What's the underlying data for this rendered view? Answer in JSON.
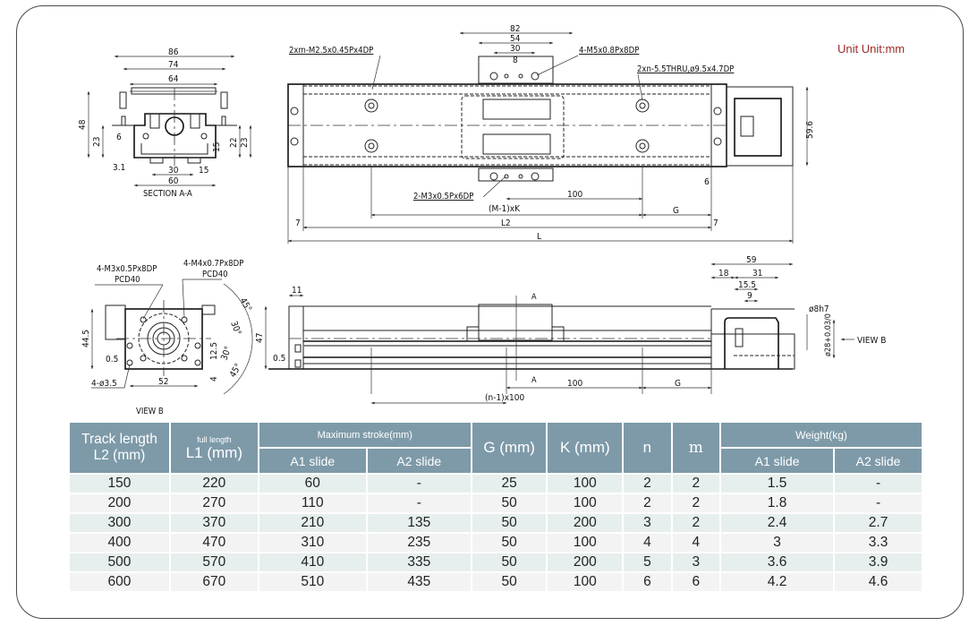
{
  "unit_label": "Unit Unit:mm",
  "drawing": {
    "section_view": {
      "title": "SECTION A-A",
      "dims": [
        "86",
        "74",
        "64",
        "48",
        "23",
        "6",
        "3.1",
        "30",
        "15",
        "60",
        "15",
        "22",
        "23"
      ]
    },
    "top_view": {
      "callouts": {
        "slide_tap": "2xm-M2.5x0.45Px4DP",
        "carriage_tap": "4-M5x0.8Px8DP",
        "mount_holes": "2xn-5.5THRU,ø9.5x4.7DP",
        "bottom_tap": "2-M3x0.5Px6DP"
      },
      "dims": {
        "d82": "82",
        "d54": "54",
        "d30": "30",
        "d8": "8",
        "height": "59.6",
        "d6": "6",
        "d100": "100",
        "pitch": "(M-1)xK",
        "l2": "L2",
        "g": "G",
        "d7a": "7",
        "d7b": "7",
        "l": "L"
      }
    },
    "view_b": {
      "title": "VIEW B",
      "callouts": {
        "m3": "4-M3x0.5Px8DP",
        "m3_pcd": "PCD40",
        "m4": "4-M4x0.7Px8DP",
        "m4_pcd": "PCD40",
        "holes": "4-ø3.5"
      },
      "dims": [
        "44.5",
        "0.5",
        "52",
        "12.5",
        "4",
        "30°",
        "45°",
        "30°",
        "45°"
      ]
    },
    "side_view": {
      "dims": {
        "d11": "11",
        "d47": "47",
        "d05": "0.5",
        "d100": "100",
        "pitch": "(n-1)x100",
        "g": "G",
        "d59": "59",
        "d18": "18",
        "d31": "31",
        "d155": "15.5",
        "d9": "9",
        "shaft": "ø8h7",
        "boss": "ø28+0.03/0",
        "view_b": "VIEW B",
        "sec_a": "A"
      }
    }
  },
  "table": {
    "headers": {
      "track_length": "Track length",
      "track_length_unit": "L2 (mm)",
      "full_length": "full length",
      "full_length_unit": "L1 (mm)",
      "max_stroke": "Maximum stroke(mm)",
      "a1_slide": "A1 slide",
      "a2_slide": "A2 slide",
      "g": "G (mm)",
      "k": "K (mm)",
      "n": "n",
      "m": "m",
      "weight": "Weight(kg)",
      "w_a1": "A1 slide",
      "w_a2": "A2 slide"
    },
    "rows": [
      {
        "l2": "150",
        "l1": "220",
        "s_a1": "60",
        "s_a2": "-",
        "g": "25",
        "k": "100",
        "n": "2",
        "m": "2",
        "w_a1": "1.5",
        "w_a2": "-"
      },
      {
        "l2": "200",
        "l1": "270",
        "s_a1": "110",
        "s_a2": "-",
        "g": "50",
        "k": "100",
        "n": "2",
        "m": "2",
        "w_a1": "1.8",
        "w_a2": "-"
      },
      {
        "l2": "300",
        "l1": "370",
        "s_a1": "210",
        "s_a2": "135",
        "g": "50",
        "k": "200",
        "n": "3",
        "m": "2",
        "w_a1": "2.4",
        "w_a2": "2.7"
      },
      {
        "l2": "400",
        "l1": "470",
        "s_a1": "310",
        "s_a2": "235",
        "g": "50",
        "k": "100",
        "n": "4",
        "m": "4",
        "w_a1": "3",
        "w_a2": "3.3"
      },
      {
        "l2": "500",
        "l1": "570",
        "s_a1": "410",
        "s_a2": "335",
        "g": "50",
        "k": "200",
        "n": "5",
        "m": "3",
        "w_a1": "3.6",
        "w_a2": "3.9"
      },
      {
        "l2": "600",
        "l1": "670",
        "s_a1": "510",
        "s_a2": "435",
        "g": "50",
        "k": "100",
        "n": "6",
        "m": "6",
        "w_a1": "4.2",
        "w_a2": "4.6"
      }
    ]
  }
}
